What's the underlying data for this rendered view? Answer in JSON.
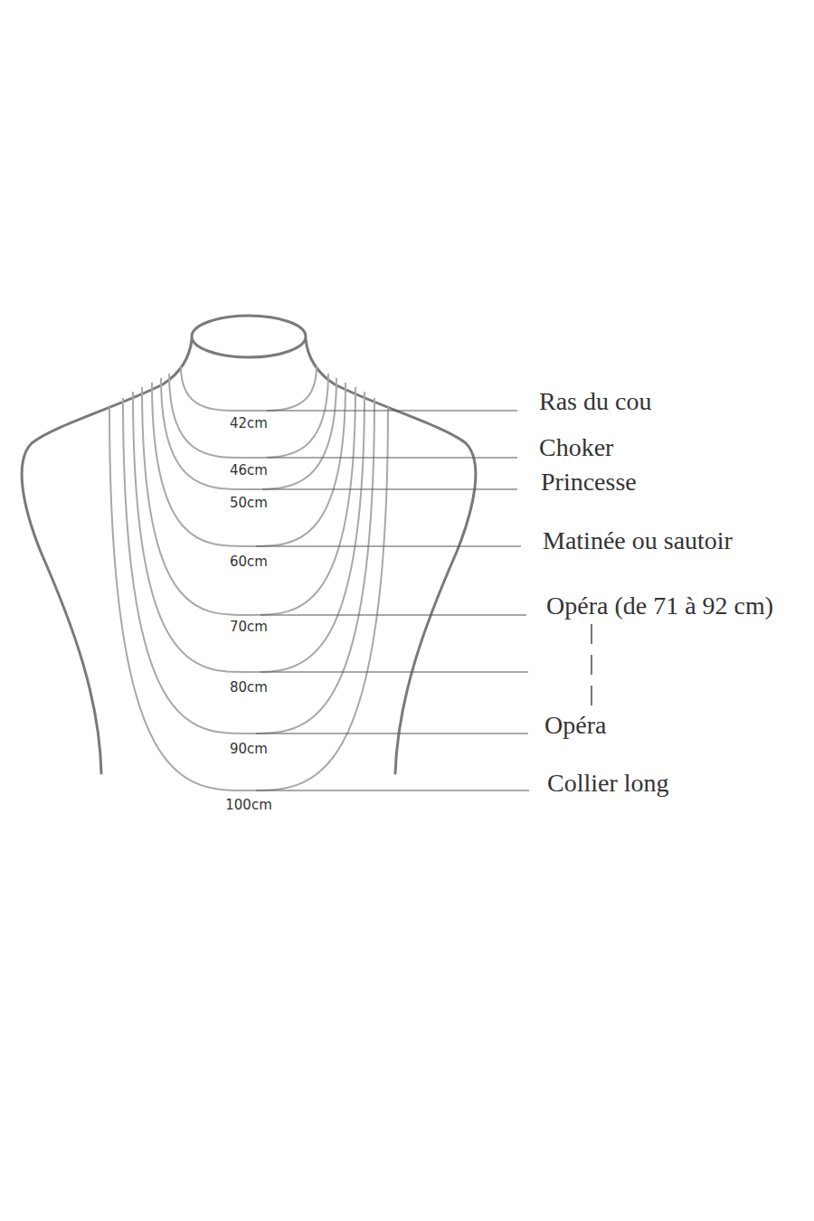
{
  "diagram": {
    "labels": [
      "42cm",
      "46cm",
      "50cm",
      "60cm",
      "70cm",
      "80cm",
      "90cm",
      "100cm",
      "Ras du cou",
      "Choker",
      "Princesse",
      "Matinée ou sautoir",
      "Opéra (de 71 à 92 cm)",
      "Opéra",
      "Collier long"
    ]
  }
}
